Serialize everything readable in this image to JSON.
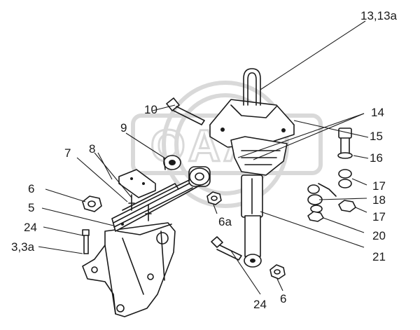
{
  "figure": {
    "watermark": "OAA",
    "labels": {
      "p13": "13,13а",
      "p14": "14",
      "p15": "15",
      "p16": "16",
      "p17a": "17",
      "p17b": "17",
      "p18": "18",
      "p20": "20",
      "p21": "21",
      "p10": "10",
      "p9": "9",
      "p8": "8",
      "p7": "7",
      "p6": "6",
      "p5": "5",
      "p24a": "24",
      "p3": "3,3а",
      "p6a": "6а",
      "p24b": "24",
      "p6b": "6"
    }
  }
}
